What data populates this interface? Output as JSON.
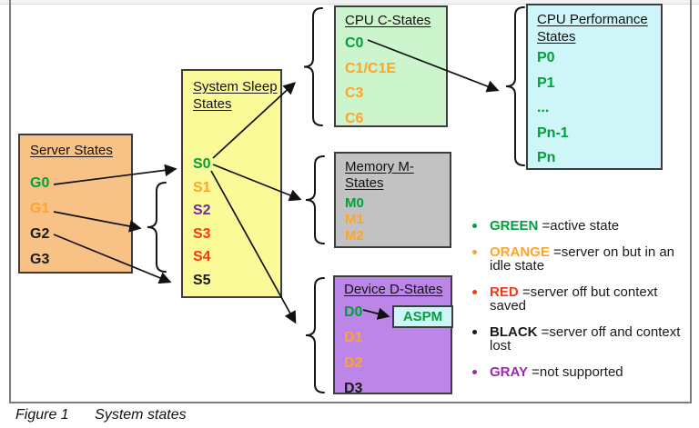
{
  "palette": {
    "green": "#00A03C",
    "orange": "#FFA428",
    "red": "#FF3517",
    "black": "#1A1A1A",
    "purple": "#7229A6",
    "legend_purple": "#9C27B0"
  },
  "figure": {
    "boxes": {
      "server": {
        "title": "Server States",
        "items": [
          {
            "label": "G0",
            "color": "green"
          },
          {
            "label": "G1",
            "color": "orange"
          },
          {
            "label": "G2",
            "color": "black"
          },
          {
            "label": "G3",
            "color": "black"
          }
        ]
      },
      "sleep": {
        "title": "System Sleep States",
        "items": [
          {
            "label": "S0",
            "color": "green"
          },
          {
            "label": "S1",
            "color": "orange"
          },
          {
            "label": "S2",
            "color": "purple"
          },
          {
            "label": "S3",
            "color": "red"
          },
          {
            "label": "S4",
            "color": "red"
          },
          {
            "label": "S5",
            "color": "black"
          }
        ]
      },
      "cstates": {
        "title": "CPU C-States",
        "items": [
          {
            "label": "C0",
            "color": "green"
          },
          {
            "label": "C1/C1E",
            "color": "orange"
          },
          {
            "label": "C3",
            "color": "orange"
          },
          {
            "label": "C6",
            "color": "orange"
          }
        ]
      },
      "perf": {
        "title": "CPU Performance States",
        "items": [
          {
            "label": "P0",
            "color": "green"
          },
          {
            "label": "P1",
            "color": "green"
          },
          {
            "label": "...",
            "color": "green"
          },
          {
            "label": "Pn-1",
            "color": "green"
          },
          {
            "label": "Pn",
            "color": "green"
          }
        ]
      },
      "memory": {
        "title": "Memory M-States",
        "items": [
          {
            "label": "M0",
            "color": "green"
          },
          {
            "label": "M1",
            "color": "orange"
          },
          {
            "label": "M2",
            "color": "orange"
          }
        ]
      },
      "device": {
        "title": "Device D-States",
        "items": [
          {
            "label": "D0",
            "color": "green"
          },
          {
            "label": "D1",
            "color": "orange"
          },
          {
            "label": "D2",
            "color": "orange"
          },
          {
            "label": "D3",
            "color": "black"
          }
        ]
      },
      "aspm": {
        "label": "ASPM",
        "color": "green"
      }
    },
    "legend": [
      {
        "term": "GREEN",
        "color": "green",
        "definition": "=active state"
      },
      {
        "term": "ORANGE",
        "color": "orange",
        "definition": "=server on but in an idle state"
      },
      {
        "term": "RED",
        "color": "red",
        "definition": "=server off but context saved"
      },
      {
        "term": "BLACK",
        "color": "black",
        "definition": "=server off and context lost"
      },
      {
        "term": "GRAY",
        "color": "legend_purple",
        "definition": "=not supported"
      }
    ],
    "caption": {
      "label": "Figure 1",
      "title": "System states"
    }
  }
}
